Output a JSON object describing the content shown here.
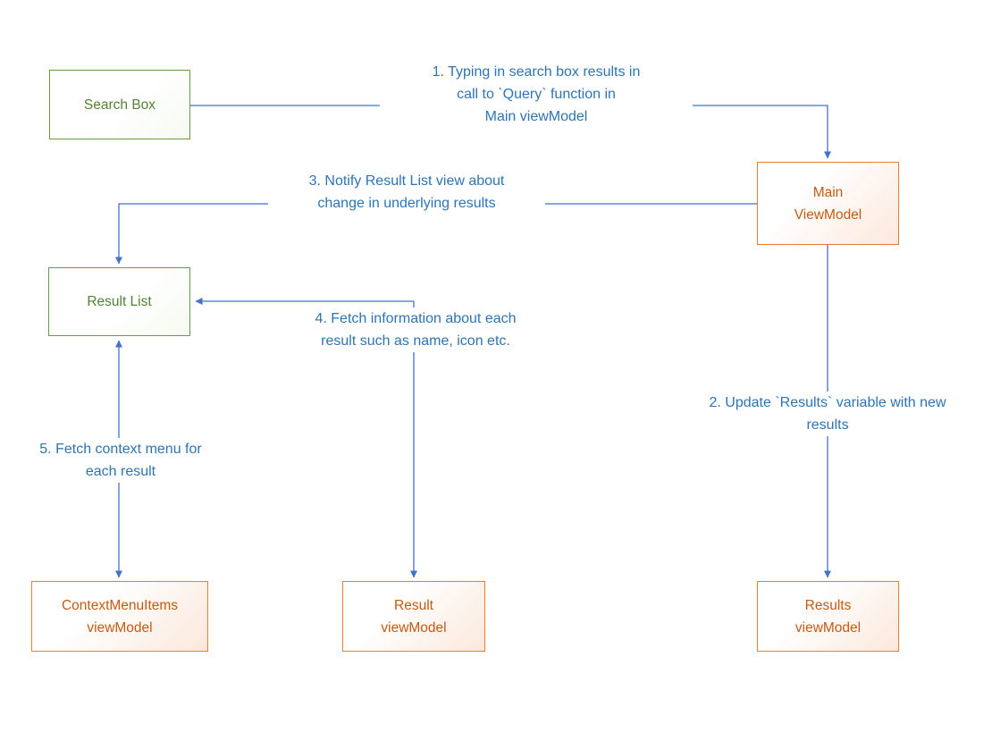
{
  "diagram": {
    "nodes": {
      "search_box": {
        "label": "Search Box"
      },
      "main_viewmodel": {
        "label": "Main\nViewModel"
      },
      "result_list": {
        "label": "Result List"
      },
      "contextmenuitems_viewmodel": {
        "label": "ContextMenuItems\nviewModel"
      },
      "result_viewmodel": {
        "label": "Result\nviewModel"
      },
      "results_viewmodel": {
        "label": "Results\nviewModel"
      }
    },
    "annotations": {
      "step1": "1. Typing in search box results in\ncall to `Query` function in\nMain viewModel",
      "step2": "2. Update `Results` variable with new\nresults",
      "step3": "3. Notify Result List view about\nchange in underlying results",
      "step4": "4. Fetch information about each\nresult such as name, icon etc.",
      "step5": "5. Fetch context menu for\neach result"
    },
    "colors": {
      "green_node_border": "#6a9a41",
      "green_node_text": "#538135",
      "orange_node_border": "#ed7d31",
      "orange_node_text": "#c55a11",
      "arrow_blue": "#4472c4",
      "annotation_text": "#2e74b5"
    }
  }
}
